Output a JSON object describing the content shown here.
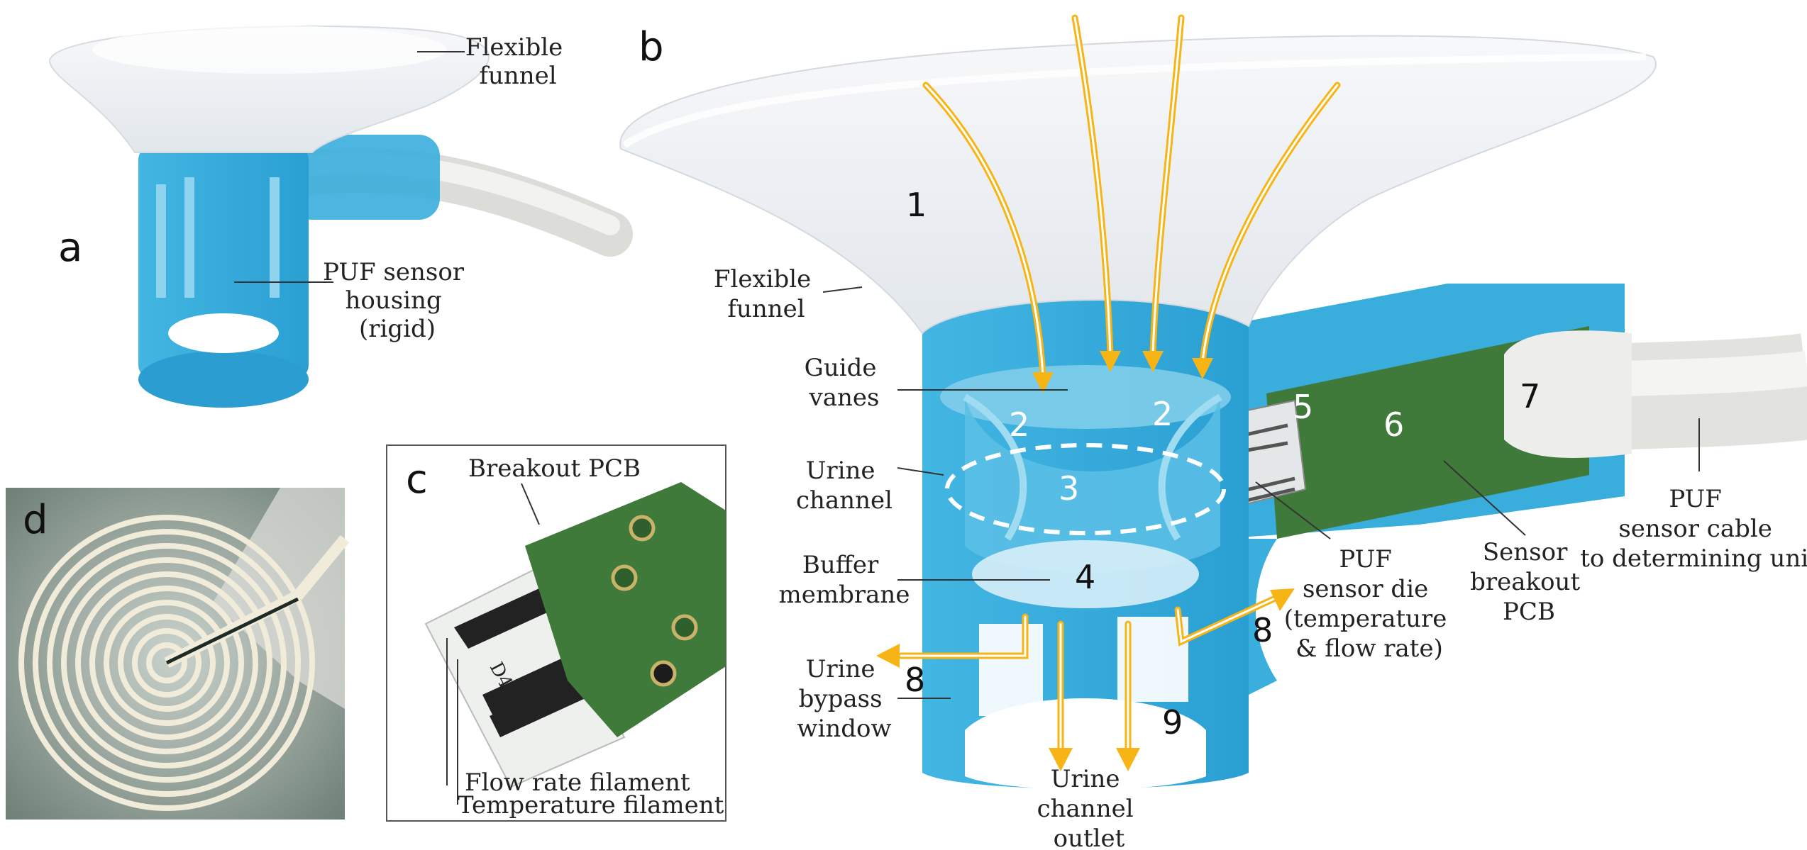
{
  "panels": {
    "a": "a",
    "b": "b",
    "c": "c",
    "d": "d"
  },
  "labels": {
    "a_flexible_funnel": [
      "Flexible",
      "funnel"
    ],
    "a_puf_housing": [
      "PUF sensor",
      "housing",
      "(rigid)"
    ],
    "b_flexible_funnel": [
      "Flexible",
      "funnel"
    ],
    "guide_vanes": [
      "Guide",
      "vanes"
    ],
    "urine_channel": [
      "Urine",
      "channel"
    ],
    "buffer_membrane": [
      "Buffer",
      "membrane"
    ],
    "urine_bypass_window": [
      "Urine",
      "bypass",
      "window"
    ],
    "urine_channel_outlet": [
      "Urine",
      "channel",
      "outlet"
    ],
    "puf_sensor_die": [
      "PUF",
      "sensor die",
      "(temperature",
      "& flow rate)"
    ],
    "sensor_breakout_pcb": [
      "Sensor",
      "breakout",
      "PCB"
    ],
    "puf_sensor_cable": [
      "PUF",
      "sensor cable",
      "to determining unit"
    ],
    "c_breakout_pcb": "Breakout PCB",
    "c_flow_rate_filament": "Flow rate filament",
    "c_temperature_filament": "Temperature filament",
    "c_chip_marking": "D4R3"
  },
  "numbers": {
    "n1": "1",
    "n2a": "2",
    "n2b": "2",
    "n3": "3",
    "n4": "4",
    "n5": "5",
    "n6": "6",
    "n7": "7",
    "n8a": "8",
    "n8b": "8",
    "n9": "9"
  },
  "colors": {
    "housing_blue": "#3fb2de",
    "housing_dark": "#1f8ec0",
    "funnel": "#eef1f5",
    "pcb_green": "#3f7a3a",
    "flow_arrow": "#f6b515",
    "cable": "#e9e9e6"
  }
}
